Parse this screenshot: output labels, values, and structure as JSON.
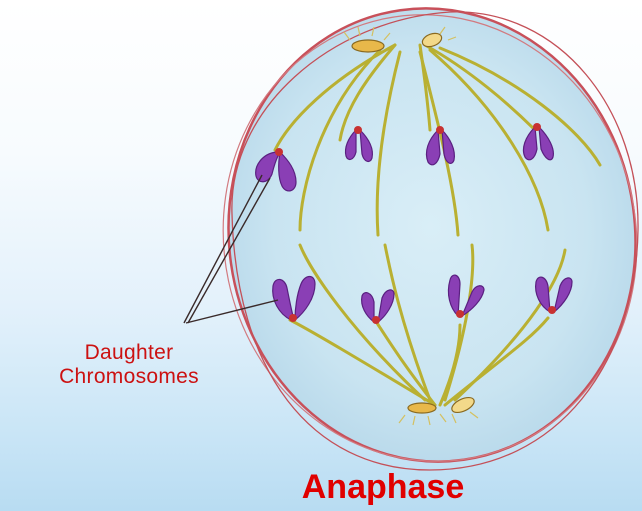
{
  "labels": {
    "pointer_line1": "Daughter",
    "pointer_line2": "Chromosomes",
    "title": "Anaphase"
  },
  "colors": {
    "cell_fill": "#cfe8f3",
    "cell_outline": "#c8505a",
    "spindle_fiber": "#b9b032",
    "chromosome": "#8a3fb5",
    "centromere": "#c83232",
    "pole": "#e8b84a",
    "label_red": "#cc1111",
    "title_red": "#e00000"
  }
}
